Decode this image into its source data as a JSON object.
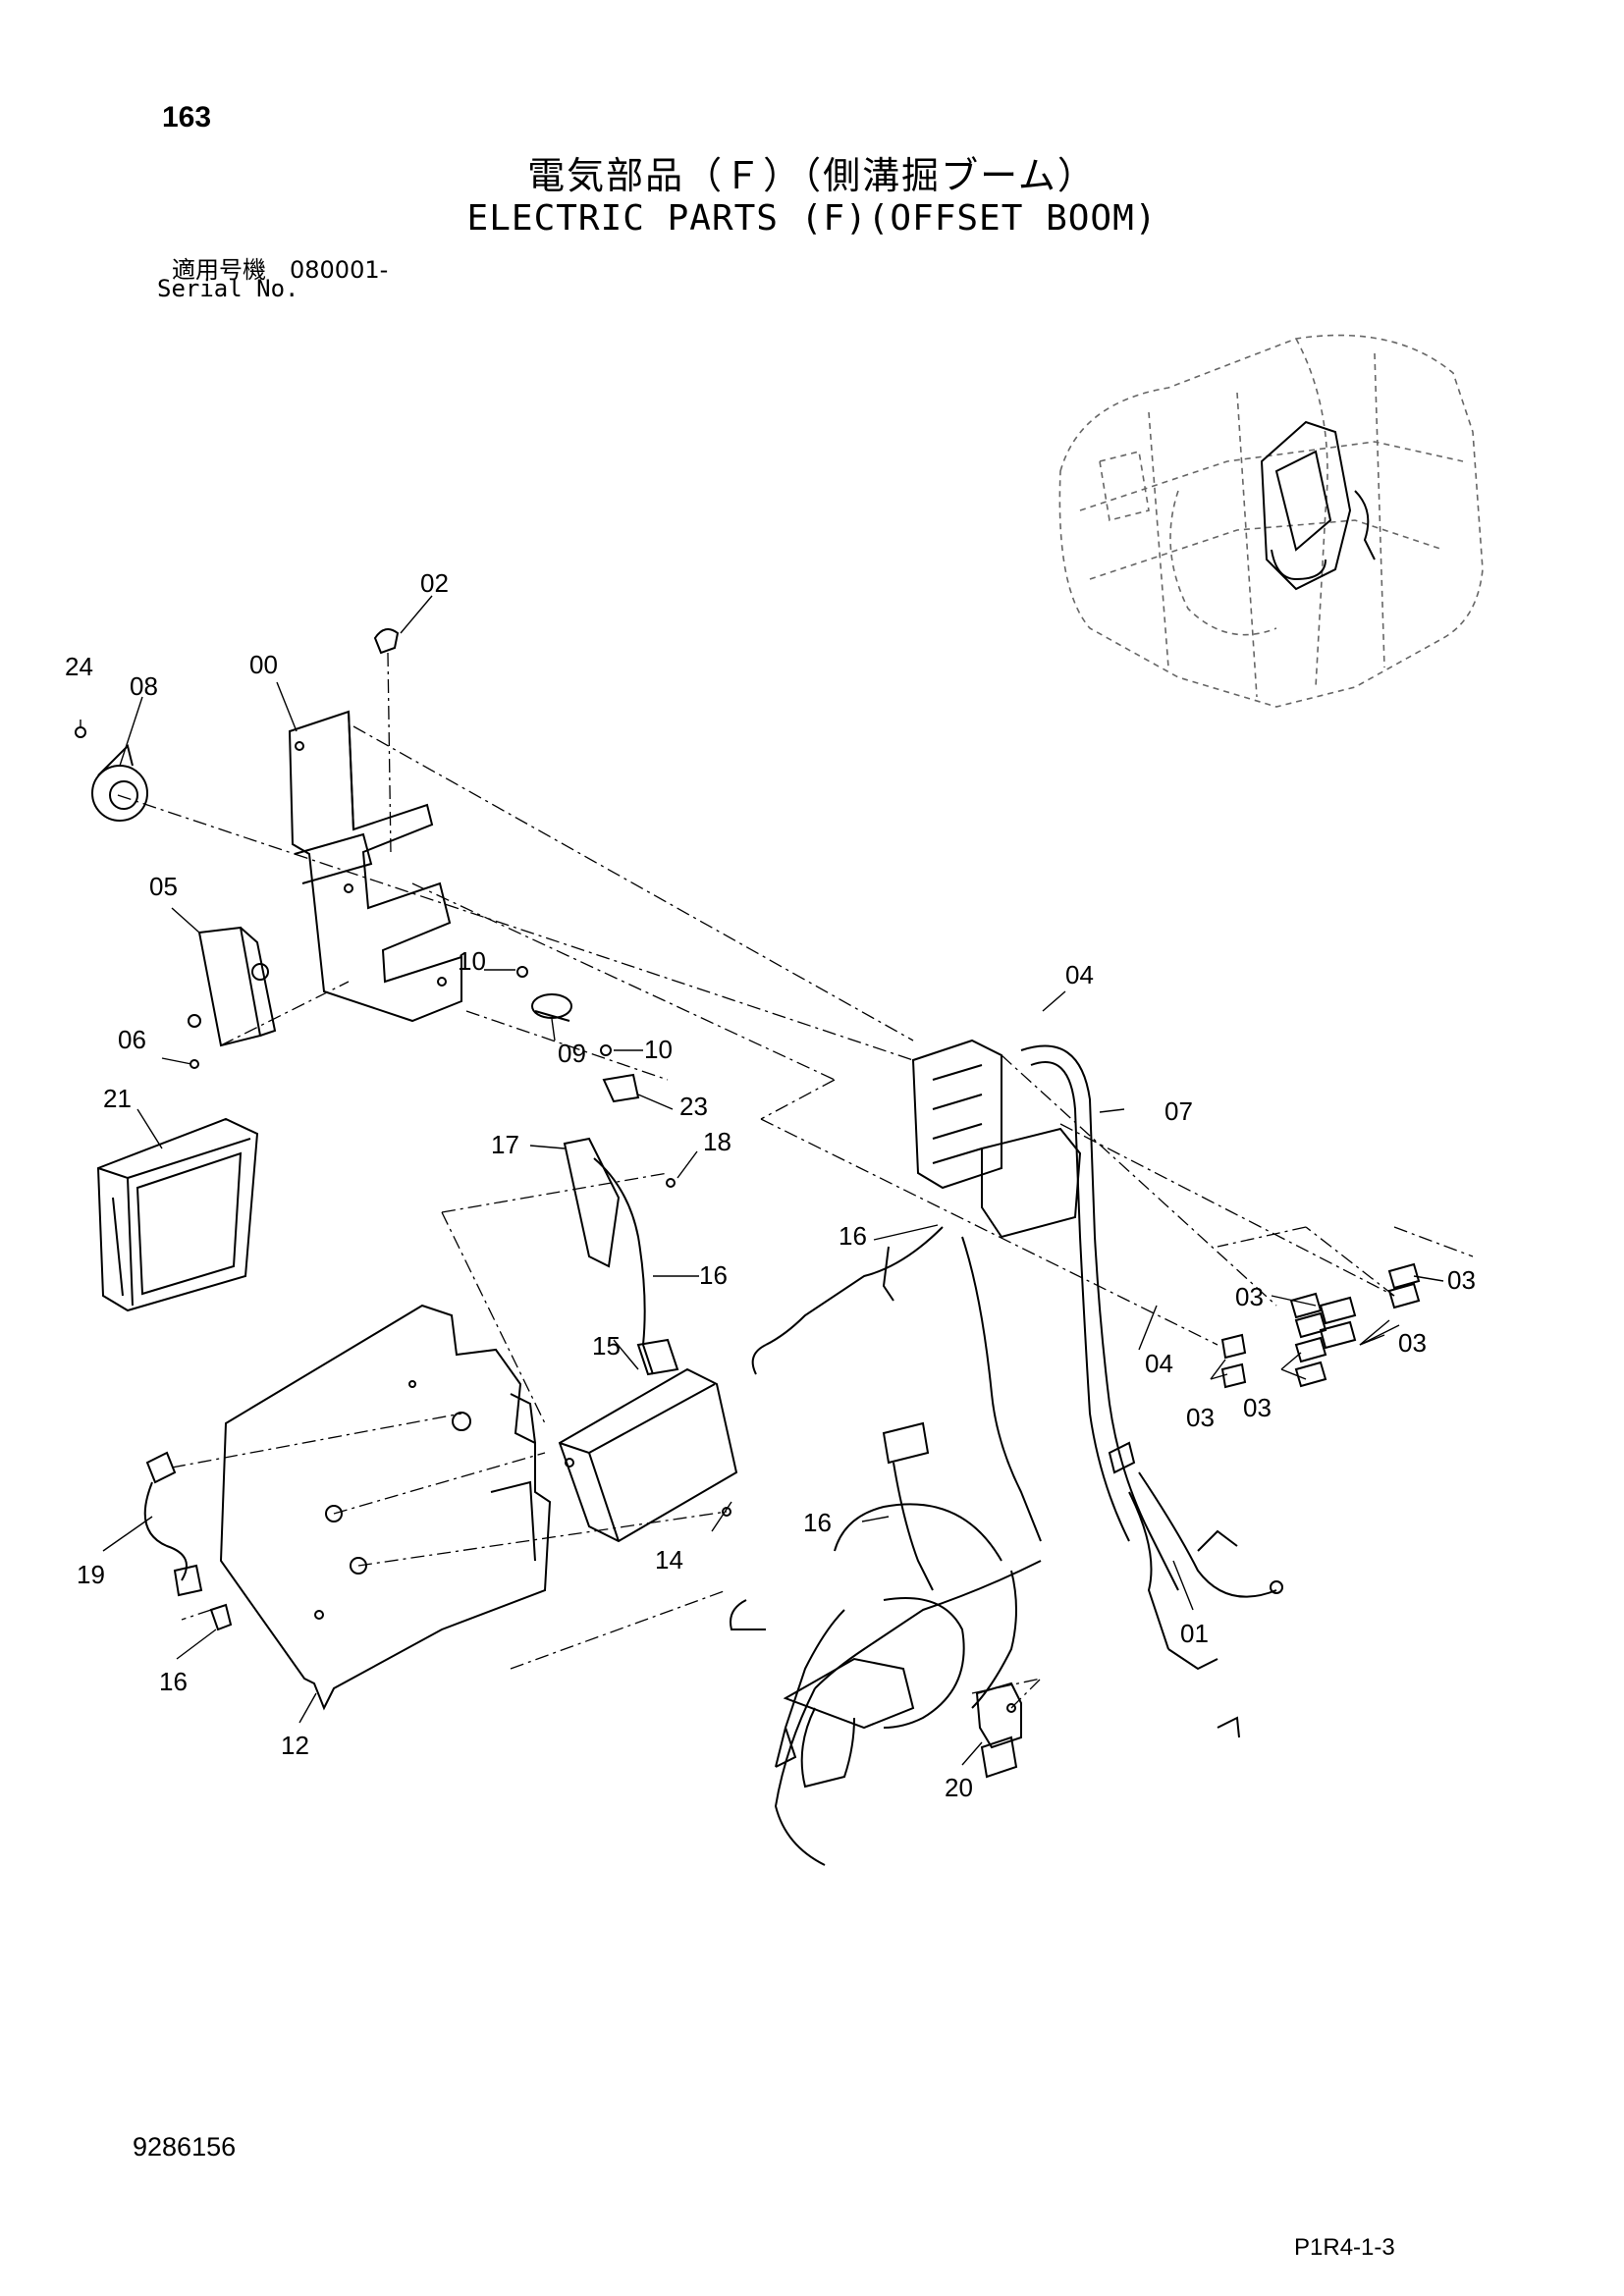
{
  "header": {
    "page_number": "163",
    "title_jp": "電気部品（Ｆ）（側溝掘ブーム）",
    "title_en": "ELECTRIC PARTS (F)(OFFSET BOOM)",
    "serial_label_jp": "適用号機　080001-",
    "serial_label_en": "Serial No."
  },
  "footer": {
    "doc_number": "9286156",
    "page_code": "P1R4-1-3"
  },
  "callouts": [
    {
      "id": "c-02",
      "text": "02"
    },
    {
      "id": "c-24",
      "text": "24"
    },
    {
      "id": "c-08",
      "text": "08"
    },
    {
      "id": "c-00",
      "text": "00"
    },
    {
      "id": "c-05",
      "text": "05"
    },
    {
      "id": "c-10a",
      "text": "10"
    },
    {
      "id": "c-06",
      "text": "06"
    },
    {
      "id": "c-09",
      "text": "09"
    },
    {
      "id": "c-10b",
      "text": "10"
    },
    {
      "id": "c-23",
      "text": "23"
    },
    {
      "id": "c-04a",
      "text": "04"
    },
    {
      "id": "c-07",
      "text": "07"
    },
    {
      "id": "c-21",
      "text": "21"
    },
    {
      "id": "c-17",
      "text": "17"
    },
    {
      "id": "c-18",
      "text": "18"
    },
    {
      "id": "c-16a",
      "text": "16"
    },
    {
      "id": "c-16b",
      "text": "16"
    },
    {
      "id": "c-03a",
      "text": "03"
    },
    {
      "id": "c-03b",
      "text": "03"
    },
    {
      "id": "c-03c",
      "text": "03"
    },
    {
      "id": "c-03d",
      "text": "03"
    },
    {
      "id": "c-03e",
      "text": "03"
    },
    {
      "id": "c-04b",
      "text": "04"
    },
    {
      "id": "c-15",
      "text": "15"
    },
    {
      "id": "c-19",
      "text": "19"
    },
    {
      "id": "c-16c",
      "text": "16"
    },
    {
      "id": "c-14",
      "text": "14"
    },
    {
      "id": "c-01",
      "text": "01"
    },
    {
      "id": "c-16d",
      "text": "16"
    },
    {
      "id": "c-12",
      "text": "12"
    },
    {
      "id": "c-20",
      "text": "20"
    }
  ]
}
